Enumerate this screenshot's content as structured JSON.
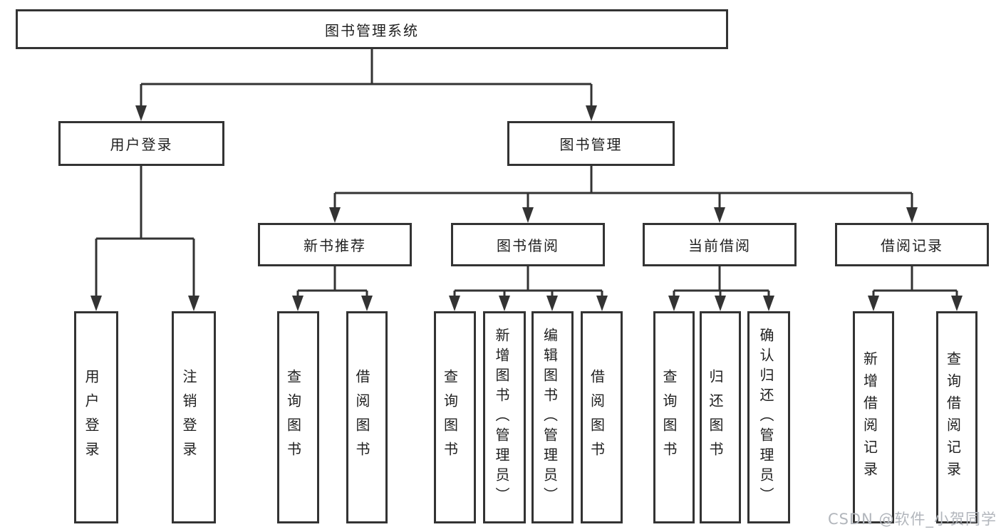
{
  "tree": {
    "root_label": "图书管理系统",
    "branches": [
      {
        "label": "用户登录",
        "leaves": [
          "用户登录",
          "注销登录"
        ]
      },
      {
        "label": "图书管理",
        "sections": [
          {
            "label": "新书推荐",
            "leaves": [
              "查询图书",
              "借阅图书"
            ]
          },
          {
            "label": "图书借阅",
            "leaves": [
              "查询图书",
              "新增图书（管理员）",
              "编辑图书（管理员）",
              "借阅图书"
            ]
          },
          {
            "label": "当前借阅",
            "leaves": [
              "查询图书",
              "归还图书",
              "确认归还（管理员）"
            ]
          },
          {
            "label": "借阅记录",
            "leaves": [
              "新增借阅记录",
              "查询借阅记录"
            ]
          }
        ]
      }
    ]
  },
  "watermark": "CSDN @软件_小贺同学",
  "colors": {
    "line": "#333333",
    "text": "#1f1f1f",
    "watermark_text": "#b2b6bc",
    "background": "#ffffff"
  }
}
